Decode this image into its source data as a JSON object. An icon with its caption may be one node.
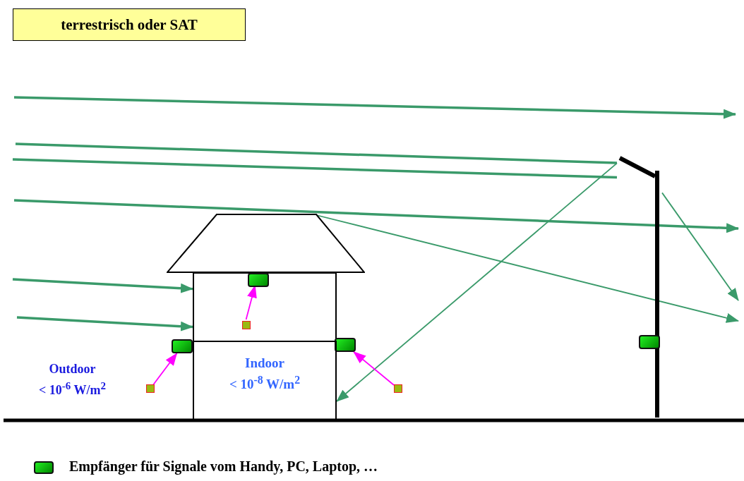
{
  "diagram": {
    "title": "terrestrisch oder SAT",
    "nodes": [
      {
        "text": [],
        "shape": "bar"
      },
      {
        "text": [],
        "shape": "trapezoid"
      },
      {
        "text": [],
        "shape": "box"
      },
      {
        "text": [],
        "shape": "box",
        "in": 2
      },
      {
        "text": [],
        "shape": "box",
        "in": 2
      },
      {
        "text": [],
        "shape": "box"
      },
      {
        "text": [],
        "shape": "box"
      },
      {
        "text": [],
        "shape": "box",
        "in": 0
      },
      {
        "text": [
          "Indoor",
          "< 10$^{-8}$ W/m$^{2}$"
        ]
      },
      {
        "text": [],
        "shape": "box"
      },
      {
        "text": [],
        "shape": "box"
      }
    ],
    "edges": [
      {
        "from": null,
        "to": 0,
        "arrow": "none",
        "style": "thick"
      },
      {
        "from": null,
        "to": 0,
        "arrow": "none",
        "style": "thick"
      },
      {
        "from": 1,
        "to": null,
        "arrow": "to"
      },
      {
        "from": 0,
        "to": null,
        "arrow": "to"
      },
      {
        "from": 0,
        "to": 8,
        "arrow": "to"
      },
      {
        "from": null,
        "to": 2,
        "arrow": "to",
        "style": "thick"
      },
      {
        "from": null,
        "to": 2,
        "arrow": "to",
        "style": "thick"
      },
      {
        "from": 4,
        "to": 3,
        "arrow": "to",
        "color": "#ff00ff"
      },
      {
        "from": 9,
        "to": 5,
        "arrow": "to",
        "color": "#ff00ff"
      },
      {
        "from": 10,
        "to": 6,
        "arrow": "to",
        "color": "#ff00ff"
      }
    ],
    "labels": [
      "Outdoor",
      "< 10$^{-6}$ W/m$^{2}$"
    ],
    "legend": [
      {
        "text": "Empfänger für Signale vom Handy, PC, Laptop, …"
      }
    ]
  }
}
